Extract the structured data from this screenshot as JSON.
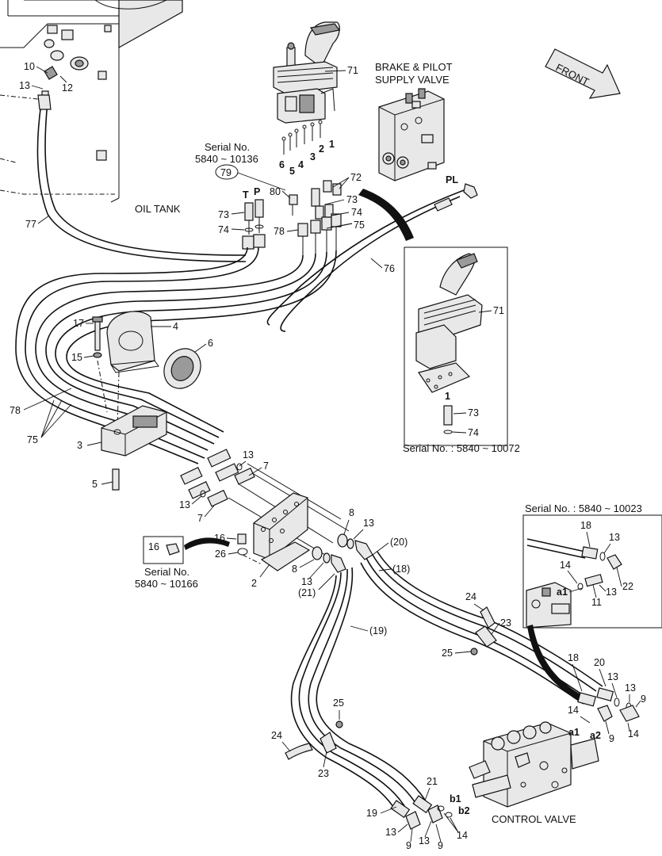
{
  "captions": {
    "brake_pilot_1": "BRAKE & PILOT",
    "brake_pilot_2": "SUPPLY VALVE",
    "front": "FRONT",
    "oil_tank": "OIL TANK",
    "control_valve": "CONTROL VALVE",
    "pl": "PL"
  },
  "serials": {
    "top_1": "Serial No.",
    "top_2": "5840 ~ 10136",
    "inset_joystick": "Serial No. : 5840 ~ 10072",
    "inset_valve": "Serial No. : 5840 ~ 10023",
    "left_1": "Serial No.",
    "left_2": "5840 ~ 10166"
  },
  "ports": {
    "T": "T",
    "P": "P",
    "p1": "1",
    "p2": "2",
    "p3": "3",
    "p4": "4",
    "p5": "5",
    "p6": "6",
    "inset1": "1",
    "a1": "a1",
    "a2": "a2",
    "b1": "b1",
    "b2": "b2",
    "a1_inset": "a1"
  },
  "labels": {
    "n10": "10",
    "n13_tank": "13",
    "n12": "12",
    "n77": "77",
    "n71": "71",
    "n79": "79",
    "n80": "80",
    "n72": "72",
    "n73_a": "73",
    "n74_a": "74",
    "n75_a": "75",
    "n73_left": "73",
    "n74_left": "74",
    "n78_a": "78",
    "n76": "76",
    "n71_inset": "71",
    "n73_inset": "73",
    "n74_inset": "74",
    "n17": "17",
    "n4": "4",
    "n15": "15",
    "n6": "6",
    "n78_b": "78",
    "n75_b": "75",
    "n3": "3",
    "n5": "5",
    "n13_b": "13",
    "n7_a": "7",
    "n13_c": "13",
    "n7_b": "7",
    "n8_a": "8",
    "n13_d": "13",
    "n20_p": "(20)",
    "n18_p": "(18)",
    "n8_b": "8",
    "n13_e": "13",
    "n21_p": "(21)",
    "n16_a": "16",
    "n26": "26",
    "n2": "2",
    "n16_b": "16",
    "n19_p": "(19)",
    "n18_inset": "18",
    "n13_inset_a": "13",
    "n14_inset": "14",
    "n22": "22",
    "n13_inset_b": "13",
    "n11": "11",
    "n24_a": "24",
    "n23_a": "23",
    "n25_a": "25",
    "n18_b": "18",
    "n20_b": "20",
    "n13_f": "13",
    "n13_g": "13",
    "n9_a": "9",
    "n14_a": "14",
    "n9_b": "9",
    "n14_b": "14",
    "n25_b": "25",
    "n24_b": "24",
    "n23_b": "23",
    "n21_b": "21",
    "n19_b": "19",
    "n13_h": "13",
    "n9_c": "9",
    "n13_i": "13",
    "n9_d": "9",
    "n14_c": "14"
  }
}
